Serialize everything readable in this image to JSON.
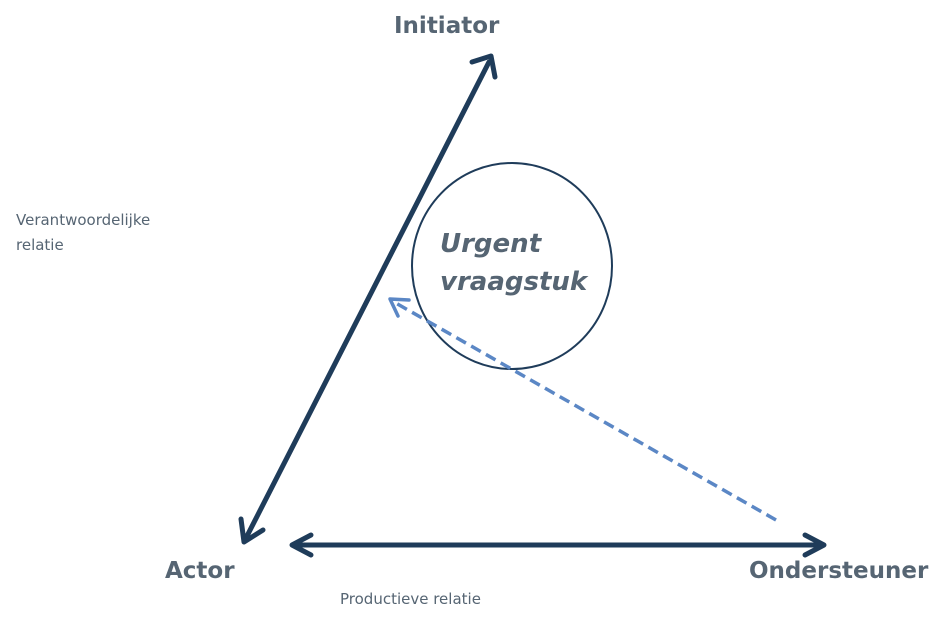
{
  "nodes": {
    "initiator": "Initiator",
    "actor": "Actor",
    "ondersteuner": "Ondersteuner"
  },
  "relations": {
    "verantwoordelijk_line1": "Verantwoordelijke",
    "verantwoordelijk_line2": "relatie",
    "productief": "Productieve relatie"
  },
  "circle": {
    "line1": "Urgent",
    "line2": "vraagstuk"
  },
  "colors": {
    "solid_arrow": "#1f3c5a",
    "dashed_arrow": "#5b87c5",
    "circle_stroke": "#1f3c5a",
    "text": "#566573"
  }
}
